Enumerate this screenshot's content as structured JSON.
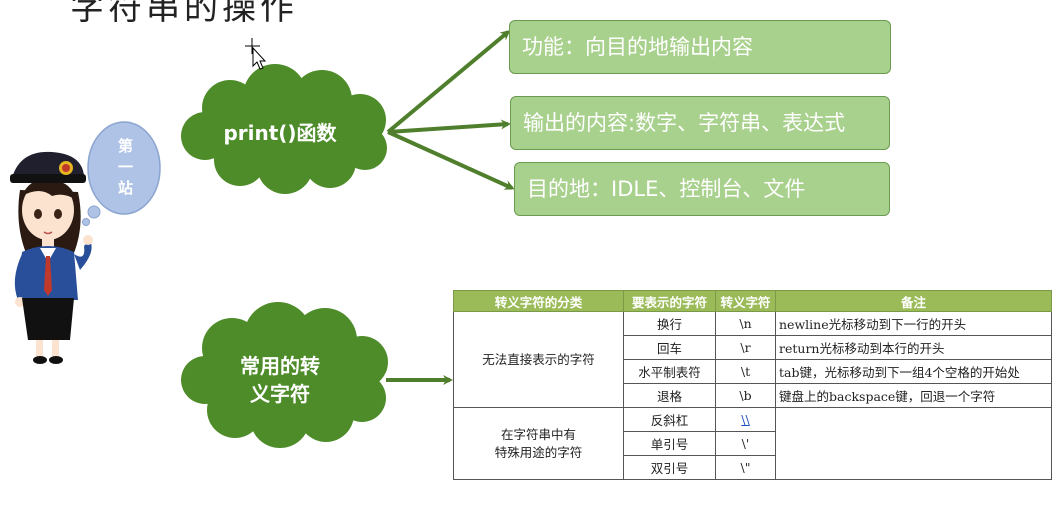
{
  "title": "字符串的操作",
  "boxes": {
    "function": "功能：向目的地输出内容",
    "content": "输出的内容:数字、字符串、表达式",
    "destination": "目的地：IDLE、控制台、文件"
  },
  "clouds": {
    "print": "print()函数",
    "escape_line1": "常用的转",
    "escape_line2": "义字符"
  },
  "bubble": "第一站",
  "colors": {
    "box_fill": "#a9d18e",
    "cloud_fill": "#4e8c2a",
    "arrow": "#4f7f2c",
    "table_header": "#9bbb59",
    "bubble_fill": "#aec3e6"
  },
  "table": {
    "headers": [
      "转义字符的分类",
      "要表示的字符",
      "转义字符",
      "备注"
    ],
    "group1": {
      "category": "无法直接表示的字符",
      "rows": [
        {
          "char": "换行",
          "escape": "\\n",
          "note": "newline光标移动到下一行的开头"
        },
        {
          "char": "回车",
          "escape": "\\r",
          "note": "return光标移动到本行的开头"
        },
        {
          "char": "水平制表符",
          "escape": "\\t",
          "note": "tab键，光标移动到下一组4个空格的开始处"
        },
        {
          "char": "退格",
          "escape": "\\b",
          "note": "键盘上的backspace键，回退一个字符"
        }
      ]
    },
    "group2": {
      "category_line1": "在字符串中有",
      "category_line2": "特殊用途的字符",
      "rows": [
        {
          "char": "反斜杠",
          "escape": "\\\\"
        },
        {
          "char": "单引号",
          "escape": "\\'"
        },
        {
          "char": "双引号",
          "escape": "\\\""
        }
      ]
    }
  }
}
